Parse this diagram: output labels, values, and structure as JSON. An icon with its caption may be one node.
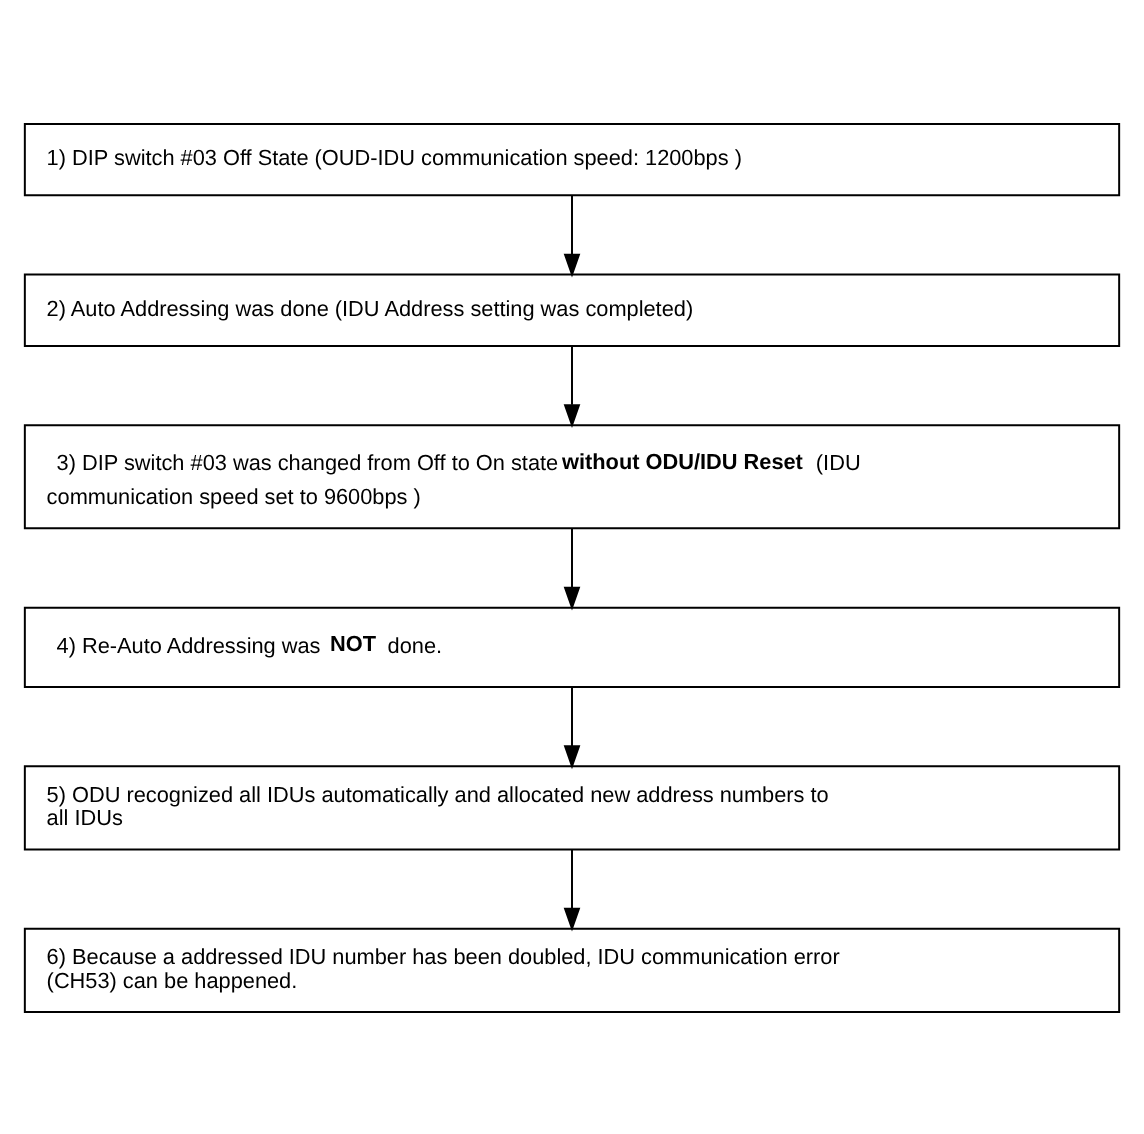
{
  "diagram": {
    "nodes": [
      {
        "text": [
          "1) DIP switch #03 Off State (OUD-IDU communication speed: 1200bps )"
        ]
      },
      {
        "text": [
          "2) Auto Addressing was done (IDU Address setting was completed)"
        ]
      },
      {
        "text": [
          "3) DIP switch #03 was changed from Off to On state **without ODU/IDU Reset** (IDU communication speed set to 9600bps )"
        ]
      },
      {
        "text": [
          "4) Re-Auto Addressing was **NOT** done."
        ]
      },
      {
        "text": [
          "5) ODU recognized all IDUs automatically and allocated new address numbers to all IDUs"
        ]
      },
      {
        "text": [
          "6) Because a addressed IDU number has been doubled, IDU communication error (CH53) can be happened."
        ]
      }
    ],
    "edges": [
      {
        "from": 0,
        "to": 1,
        "arrow": "to"
      },
      {
        "from": 1,
        "to": 2,
        "arrow": "to"
      },
      {
        "from": 2,
        "to": 3,
        "arrow": "to"
      },
      {
        "from": 3,
        "to": 4,
        "arrow": "to"
      },
      {
        "from": 4,
        "to": 5,
        "arrow": "to"
      }
    ]
  }
}
